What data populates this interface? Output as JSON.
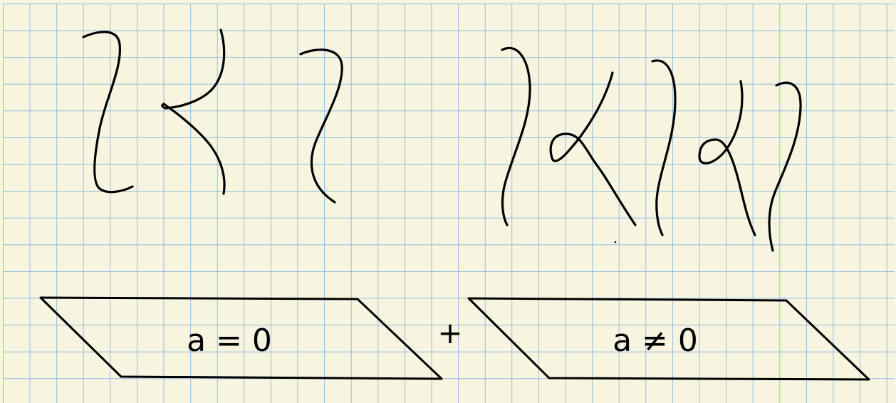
{
  "colors": {
    "paper": "#f7f5df",
    "grid_line": "#6ea9df",
    "ink": "#000000"
  },
  "diagram": {
    "panels": [
      {
        "id": "left",
        "label": "a = 0"
      },
      {
        "id": "right",
        "label": "a ≠ 0"
      }
    ],
    "operator": "+"
  }
}
